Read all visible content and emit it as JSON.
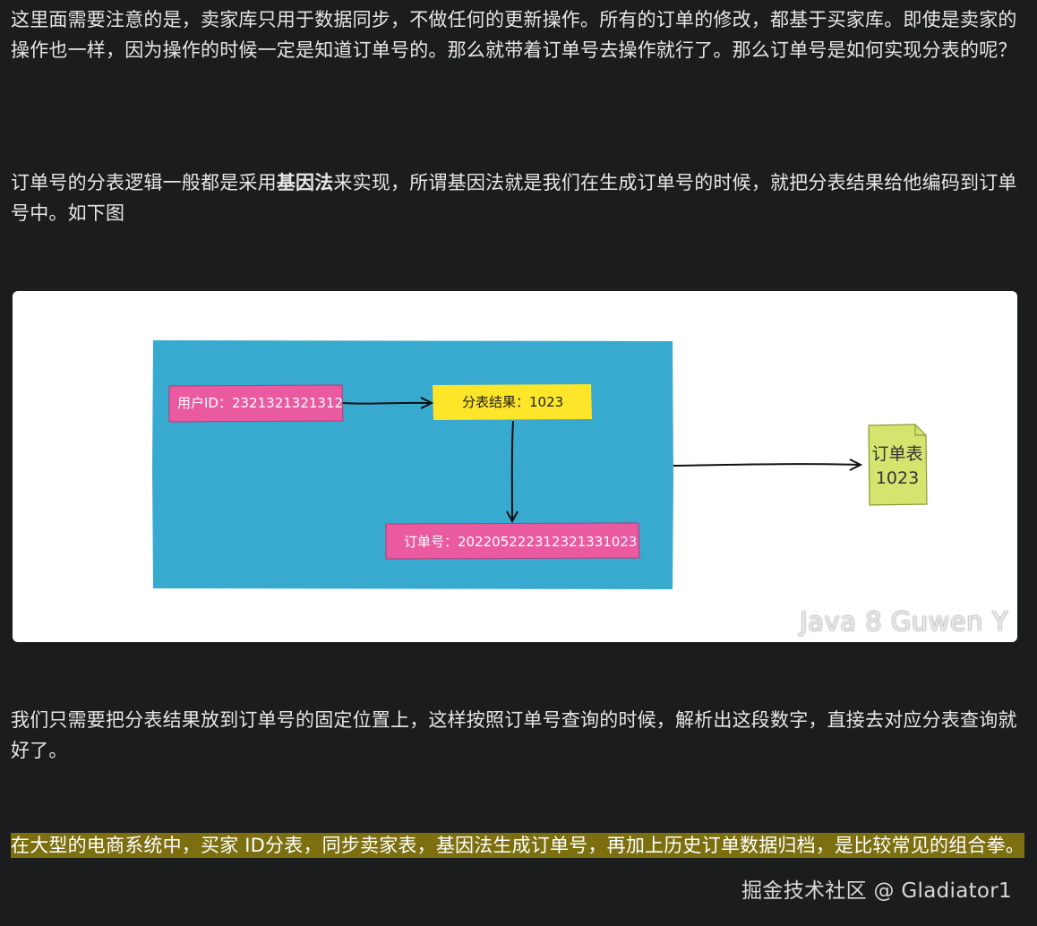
{
  "paragraphs": {
    "p1": "这里面需要注意的是，卖家库只用于数据同步，不做任何的更新操作。所有的订单的修改，都基于买家库。即使是卖家的操作也一样，因为操作的时候一定是知道订单号的。那么就带着订单号去操作就行了。那么订单号是如何实现分表的呢？",
    "p2_before": "订单号的分表逻辑一般都是采用",
    "p2_bold": "基因法",
    "p2_after": "来实现，所谓基因法就是我们在生成订单号的时候，就把分表结果给他编码到订单号中。如下图",
    "p3": "我们只需要把分表结果放到订单号的固定位置上，这样按照订单号查询的时候，解析出这段数字，直接去对应分表查询就好了。",
    "p4": "在大型的电商系统中，买家 ID分表，同步卖家表，基因法生成订单号，再加上历史订单数据归档，是比较常见的组合拳。"
  },
  "diagram": {
    "user_id_label": "用户ID：2321321321312",
    "shard_result_label": "分表结果：1023",
    "order_no_label": "订单号：2022052223123213310",
    "order_no_suffix": "23",
    "table_label_line1": "订单表",
    "table_label_line2": "1023",
    "watermark": "Java 8 Guwen Y",
    "colors": {
      "panel": "#38a9cf",
      "pink_box": "#ea5aa0",
      "yellow_box": "#fde52a",
      "doc": "#d4e46f"
    }
  },
  "site_mark": "掘金技术社区 @ Gladiator1"
}
